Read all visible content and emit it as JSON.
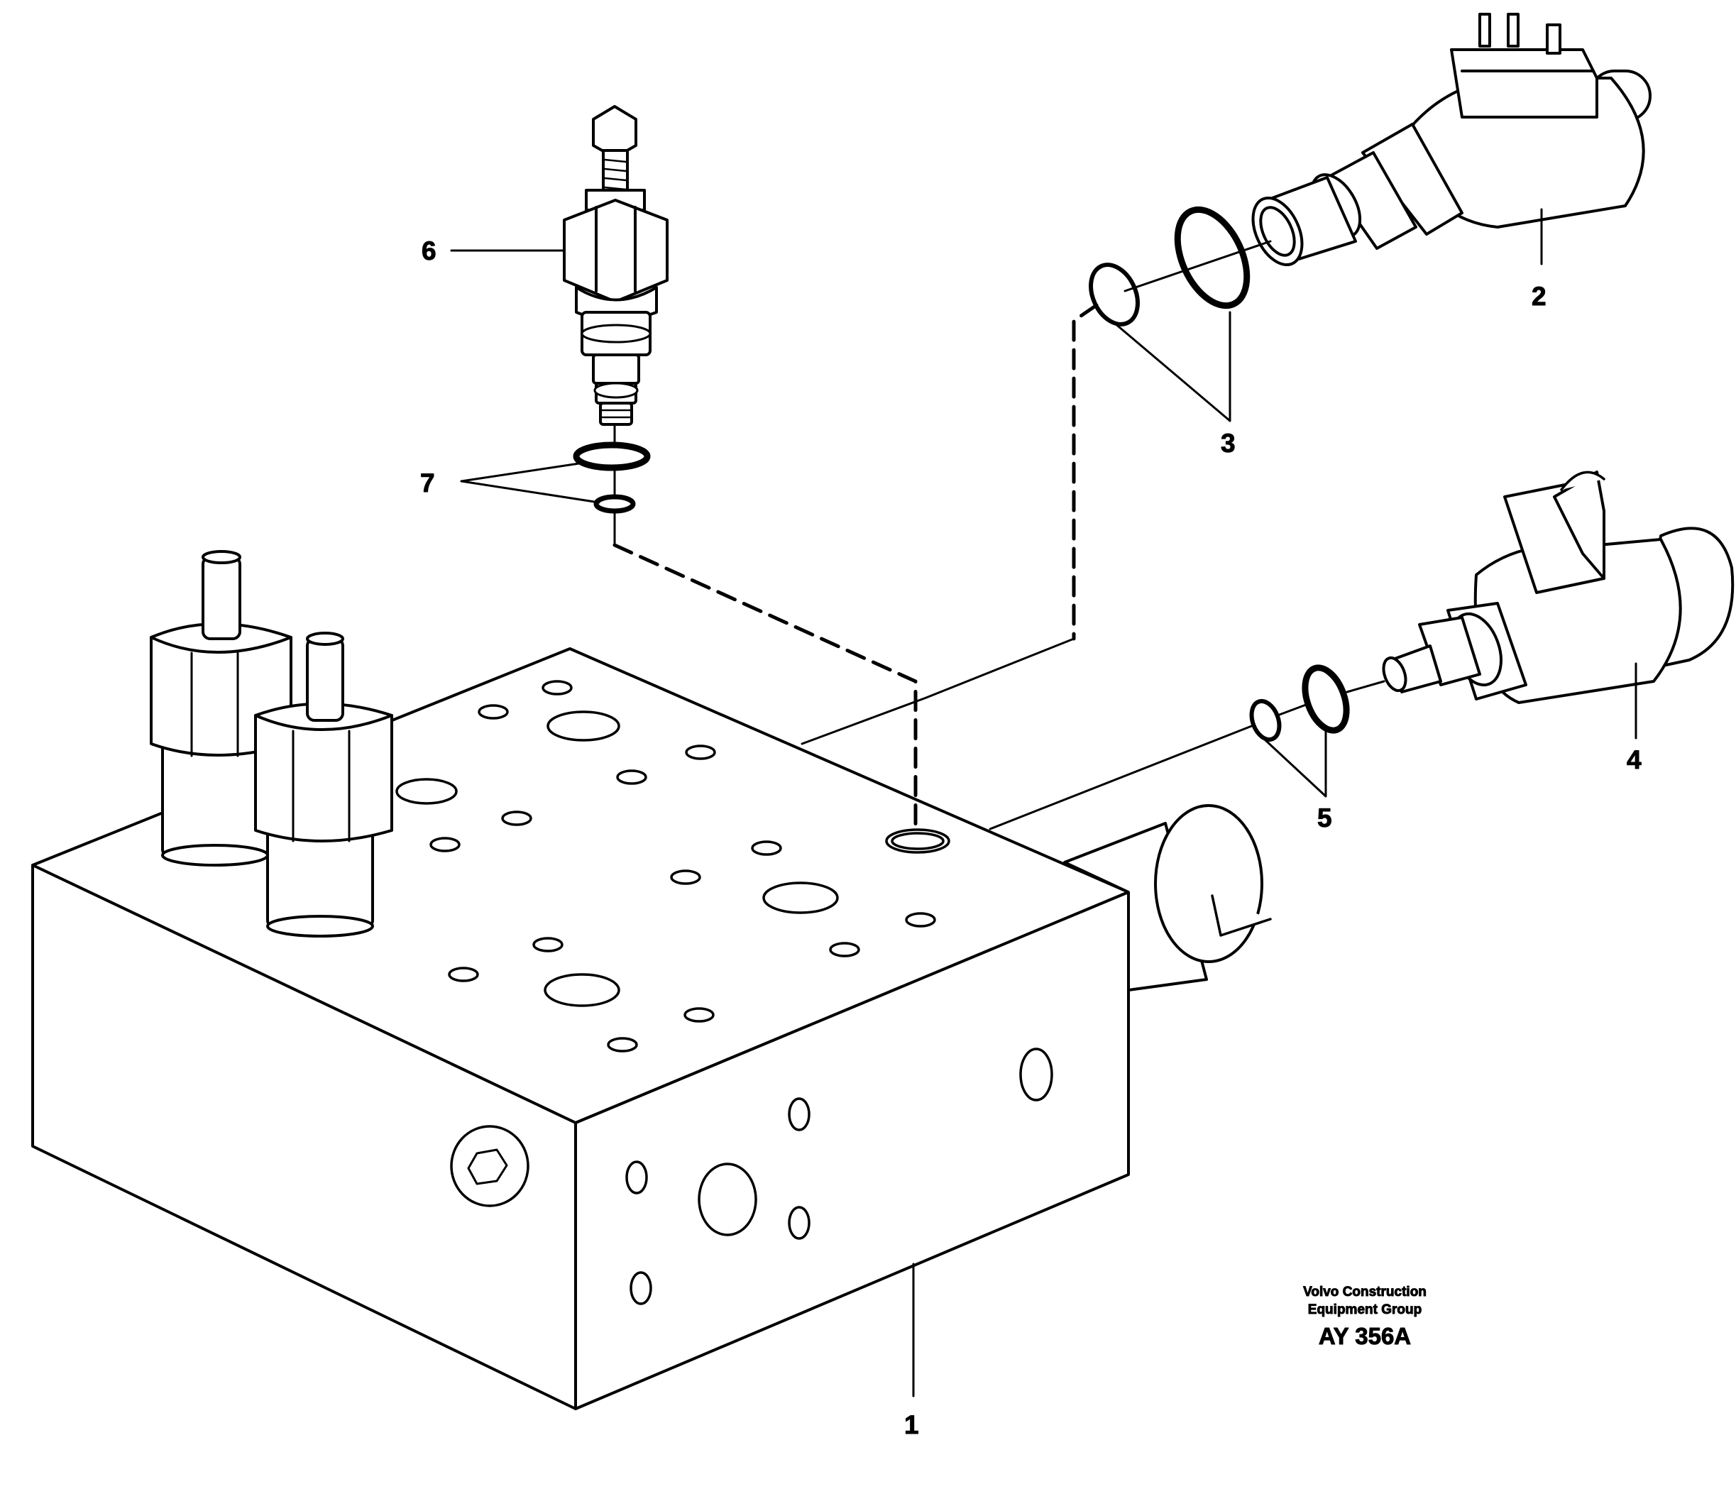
{
  "callouts": {
    "item1": "1",
    "item2": "2",
    "item3": "3",
    "item4": "4",
    "item5": "5",
    "item6": "6",
    "item7": "7"
  },
  "caption": {
    "line1": "Volvo Construction",
    "line2": "Equipment Group",
    "code": "AY 356A"
  }
}
